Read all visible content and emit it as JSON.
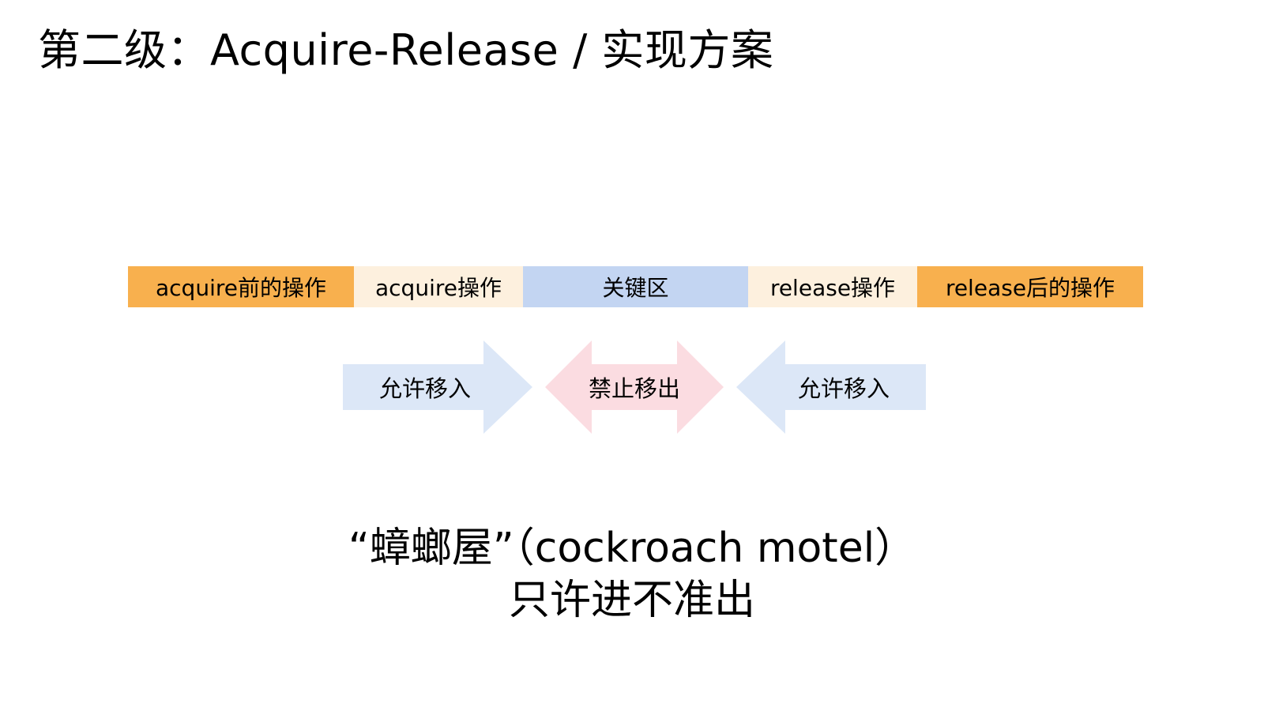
{
  "title": "第二级：Acquire-Release / 实现方案",
  "segments": [
    {
      "label": "acquire前的操作",
      "color": "#F8B04E"
    },
    {
      "label": "acquire操作",
      "color": "#FDF0DE"
    },
    {
      "label": "关键区",
      "color": "#C3D5F2"
    },
    {
      "label": "release操作",
      "color": "#FDF0DE"
    },
    {
      "label": "release后的操作",
      "color": "#F8B04E"
    }
  ],
  "arrows": [
    {
      "label": "允许移入",
      "direction": "right",
      "color": "#DCE7F7"
    },
    {
      "label": "禁止移出",
      "direction": "both",
      "color": "#FBDCE1"
    },
    {
      "label": "允许移入",
      "direction": "left",
      "color": "#DCE7F7"
    }
  ],
  "caption": {
    "line1": "“蟑螂屋”（cockroach motel）",
    "line2": "只许进不准出"
  }
}
